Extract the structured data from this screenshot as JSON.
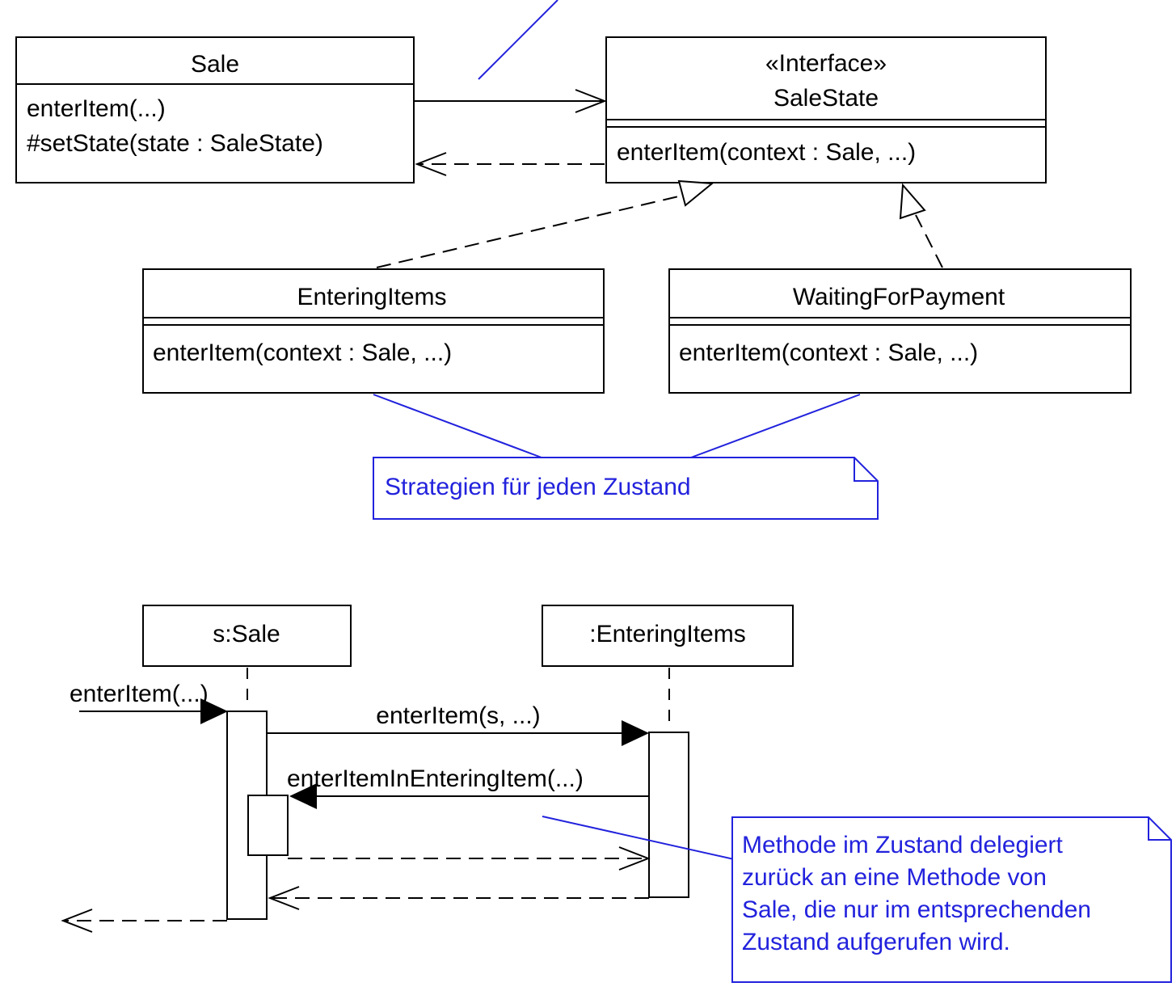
{
  "colors": {
    "note": "#2222dd",
    "line": "#000000"
  },
  "classes": {
    "sale": {
      "name": "Sale",
      "operations": [
        "enterItem(...)",
        "#setState(state : SaleState)"
      ]
    },
    "sale_state": {
      "stereotype": "«Interface»",
      "name": "SaleState",
      "operations": [
        "enterItem(context : Sale, ...)"
      ]
    },
    "entering_items": {
      "name": "EnteringItems",
      "operations": [
        "enterItem(context : Sale, ...)"
      ]
    },
    "waiting_for_payment": {
      "name": "WaitingForPayment",
      "operations": [
        "enterItem(context : Sale, ...)"
      ]
    }
  },
  "strategy_note": {
    "text": "Strategien für jeden Zustand"
  },
  "sequence": {
    "lifelines": {
      "sale": "s:Sale",
      "entering_items": ":EnteringItems"
    },
    "messages": {
      "incoming": "enterItem(...)",
      "delegate": "enterItem(s, ...)",
      "callback": "enterItemInEnteringItem(...)"
    }
  },
  "delegation_note": {
    "lines": [
      "Methode im Zustand delegiert",
      "zurück an eine Methode von",
      "Sale, die nur im entsprechenden",
      "Zustand aufgerufen wird."
    ]
  }
}
